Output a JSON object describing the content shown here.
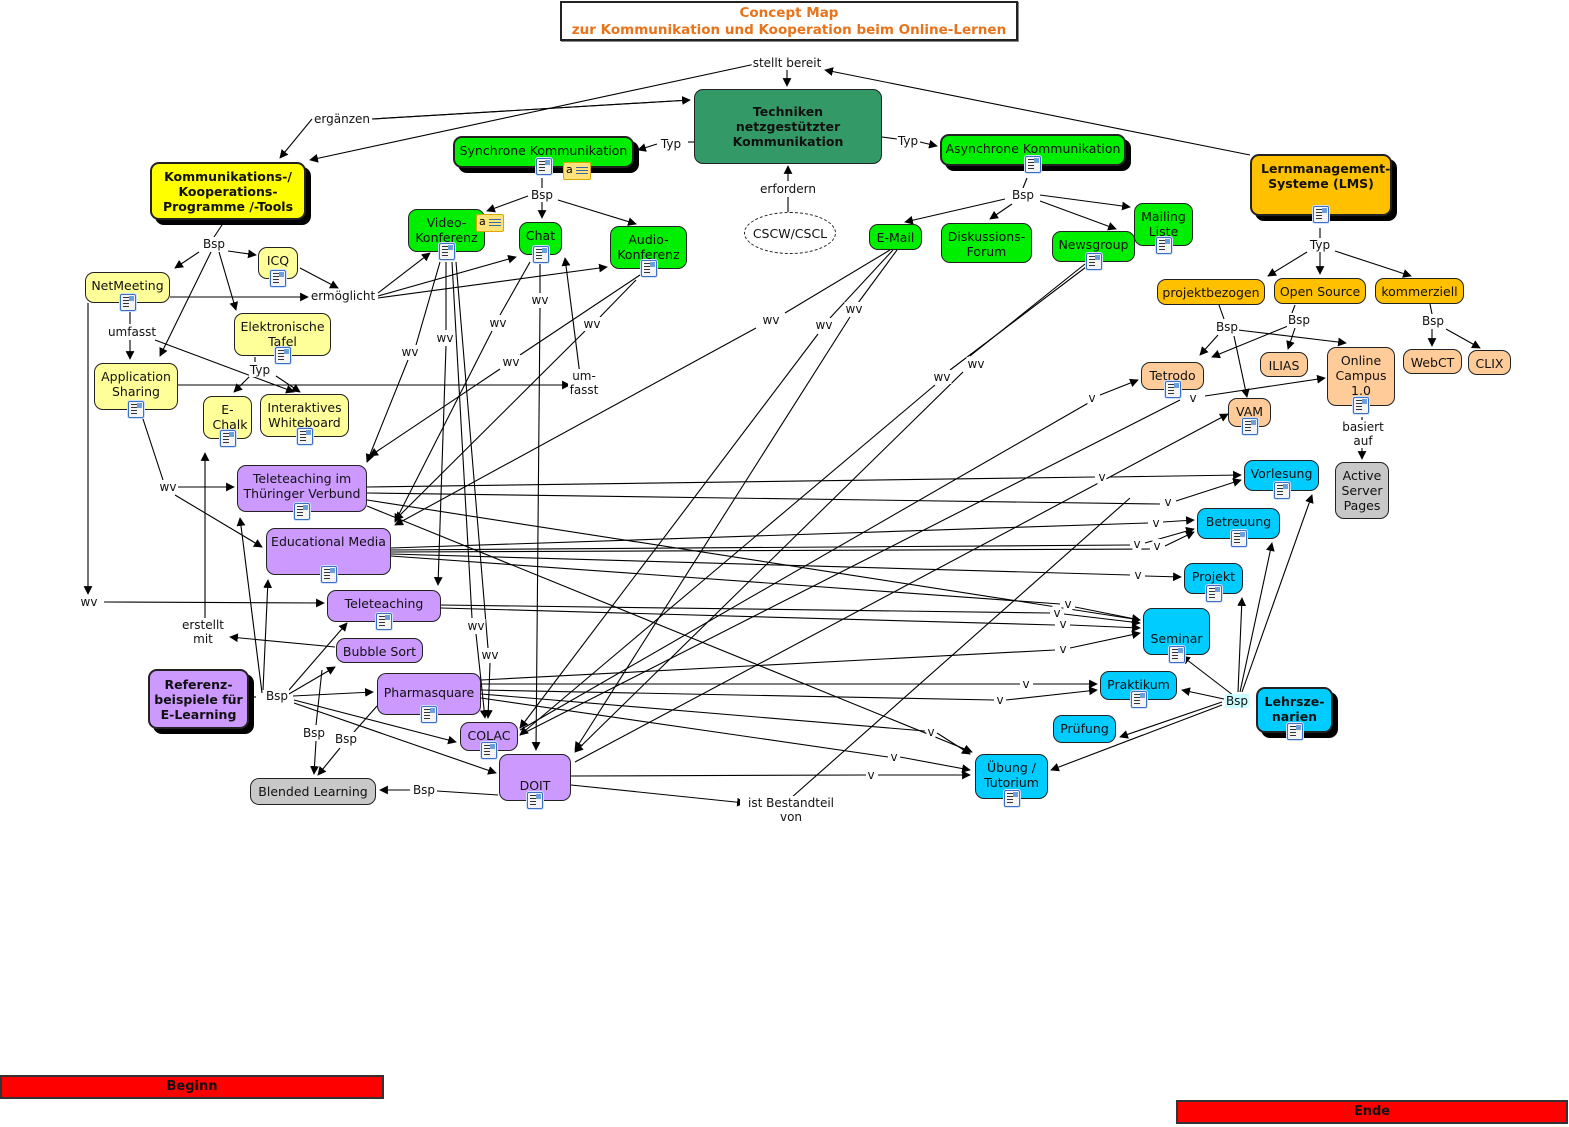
{
  "title": {
    "line1": "Concept Map",
    "line2": "zur Kommunikation und Kooperation beim Online-Lernen"
  },
  "colors": {
    "title": "#e8731a",
    "yellow_main": "#ffff00",
    "yellow_light": "#ffff99",
    "green": "#00ee00",
    "dark_green": "#339966",
    "orange": "#ffc000",
    "peach": "#ffcc99",
    "purple": "#cc99ff",
    "blue": "#00ccff",
    "gray": "#c8c8c8",
    "button": "#ff0000"
  },
  "nodes": {
    "techniken": "Techniken netzgestützter Kommunikation",
    "synchron": "Synchrone Kommunikation",
    "asynchron": "Asynchrone Kommunikation",
    "kommtools": "Kommunikations-/ Kooperations- Programme /-Tools",
    "lms": "Lernmanagement- Systeme (LMS)",
    "cscw": "CSCW/CSCL",
    "video": "Video- Konferenz",
    "chat": "Chat",
    "audio": "Audio- Konferenz",
    "email": "E-Mail",
    "forum": "Diskussions- Forum",
    "newsgroup": "Newsgroup",
    "mailing": "Mailing Liste",
    "icq": "ICQ",
    "netmeeting": "NetMeeting",
    "tafel": "Elektronische Tafel",
    "appsharing": "Application Sharing",
    "echalk": "E- Chalk",
    "whiteboard": "Interaktives Whiteboard",
    "projektbezogen": "projektbezogen",
    "opensource": "Open Source",
    "kommerziell": "kommerziell",
    "tetrodo": "Tetrodo",
    "ilias": "ILIAS",
    "onlinecampus": "Online Campus 1.0",
    "webct": "WebCT",
    "clix": "CLIX",
    "vam": "VAM",
    "asp": "Active Server Pages",
    "tele_thuer": "Teleteaching im Thüringer Verbund",
    "edumedia": "Educational Media",
    "teleteaching": "Teleteaching",
    "bubblesort": "Bubble Sort",
    "referenz": "Referenz- beispiele für E-Learning",
    "pharmasquare": "Pharmasquare",
    "colac": "COLAC",
    "doit": "DOIT",
    "blended": "Blended Learning",
    "vorlesung": "Vorlesung",
    "betreuung": "Betreuung",
    "projekt": "Projekt",
    "seminar": "Seminar",
    "praktikum": "Praktikum",
    "pruefung": "Prüfung",
    "uebung": "Übung / Tutorium",
    "lehrszenarien": "Lehrsze- narien"
  },
  "links": {
    "stellt_bereit": "stellt bereit",
    "ergaenzen": "ergänzen",
    "typ": "Typ",
    "erfordern": "erfordern",
    "bsp": "Bsp",
    "ermoeglicht": "ermöglicht",
    "umfasst": "umfasst",
    "um_fasst": "um- fasst",
    "wv": "wv",
    "v": "v",
    "erstellt_mit": "erstellt mit",
    "basiert_auf": "basiert auf",
    "ist_bestandteil": "ist Bestandteil von"
  },
  "buttons": {
    "begin": "Beginn",
    "end": "Ende"
  },
  "icons": {
    "resource": "document-image-icon",
    "note": "annotation-note-icon"
  }
}
